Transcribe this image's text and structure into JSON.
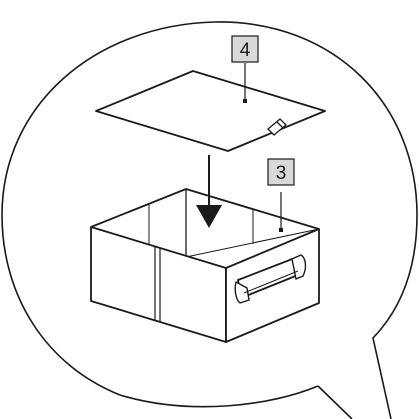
{
  "callouts": [
    {
      "id": "lid",
      "label": "4"
    },
    {
      "id": "box",
      "label": "3"
    }
  ],
  "colors": {
    "stroke": "#1a1a1a",
    "label_fill": "#d9d9d9",
    "background": "#ffffff"
  }
}
